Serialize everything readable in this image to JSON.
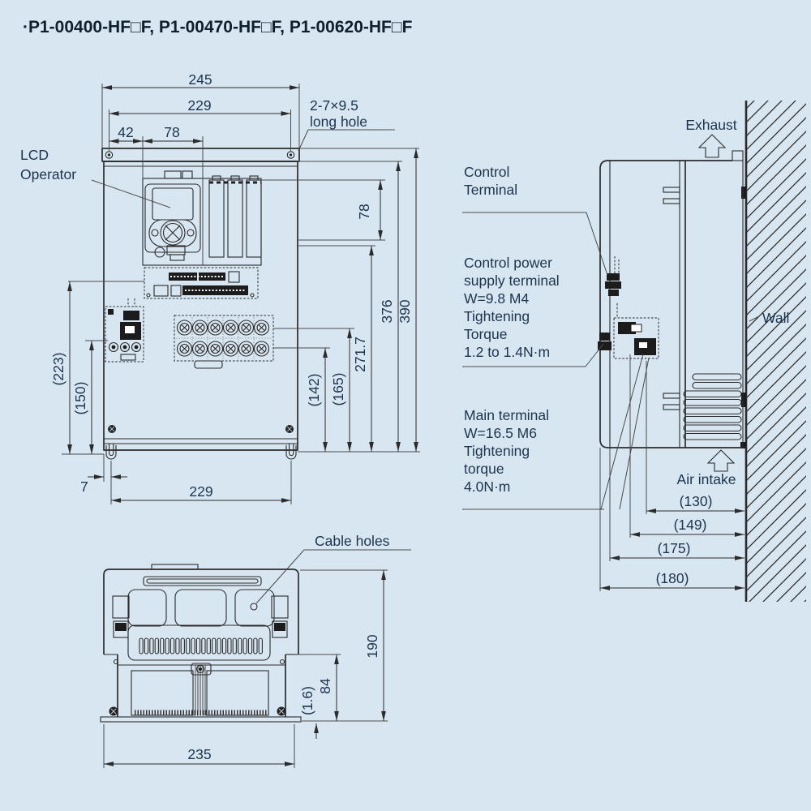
{
  "title": "·P1-00400-HF□F, P1-00470-HF□F, P1-00620-HF□F",
  "colors": {
    "background": "#d8e6f1",
    "line": "#2b2b2b",
    "text": "#1c344e"
  },
  "front_view": {
    "lcd_label": [
      "LCD",
      "Operator"
    ],
    "long_hole_label": [
      "2-7×9.5",
      "long hole"
    ],
    "dims": {
      "overall_width": "245",
      "mount_width": "229",
      "lcd_offset_x": "42",
      "lcd_width": "78",
      "top_section_height": "78",
      "body_height": "376",
      "overall_height": "390",
      "terminal_height": "271.7",
      "lower_row_height": "(142)",
      "upper_row_height": "(165)",
      "left_height_a": "(223)",
      "left_height_b": "(150)",
      "foot_offset": "7",
      "bottom_mount_width": "229"
    }
  },
  "side_view": {
    "exhaust_label": "Exhaust",
    "wall_label": "Wall",
    "air_intake_label": "Air intake",
    "control_terminal_label": [
      "Control",
      "Terminal"
    ],
    "control_power_label": [
      "Control power",
      "supply terminal",
      "W=9.8 M4",
      "Tightening",
      "Torque",
      "1.2 to 1.4N·m"
    ],
    "main_terminal_label": [
      "Main terminal",
      "W=16.5 M6",
      "Tightening",
      "torque",
      "4.0N·m"
    ],
    "dims": {
      "d130": "(130)",
      "d149": "(149)",
      "d175": "(175)",
      "d180": "(180)"
    }
  },
  "bottom_view": {
    "cable_holes_label": "Cable holes",
    "dims": {
      "depth": "190",
      "fin_height": "84",
      "plate_thickness": "(1.6)",
      "base_width": "235"
    }
  }
}
